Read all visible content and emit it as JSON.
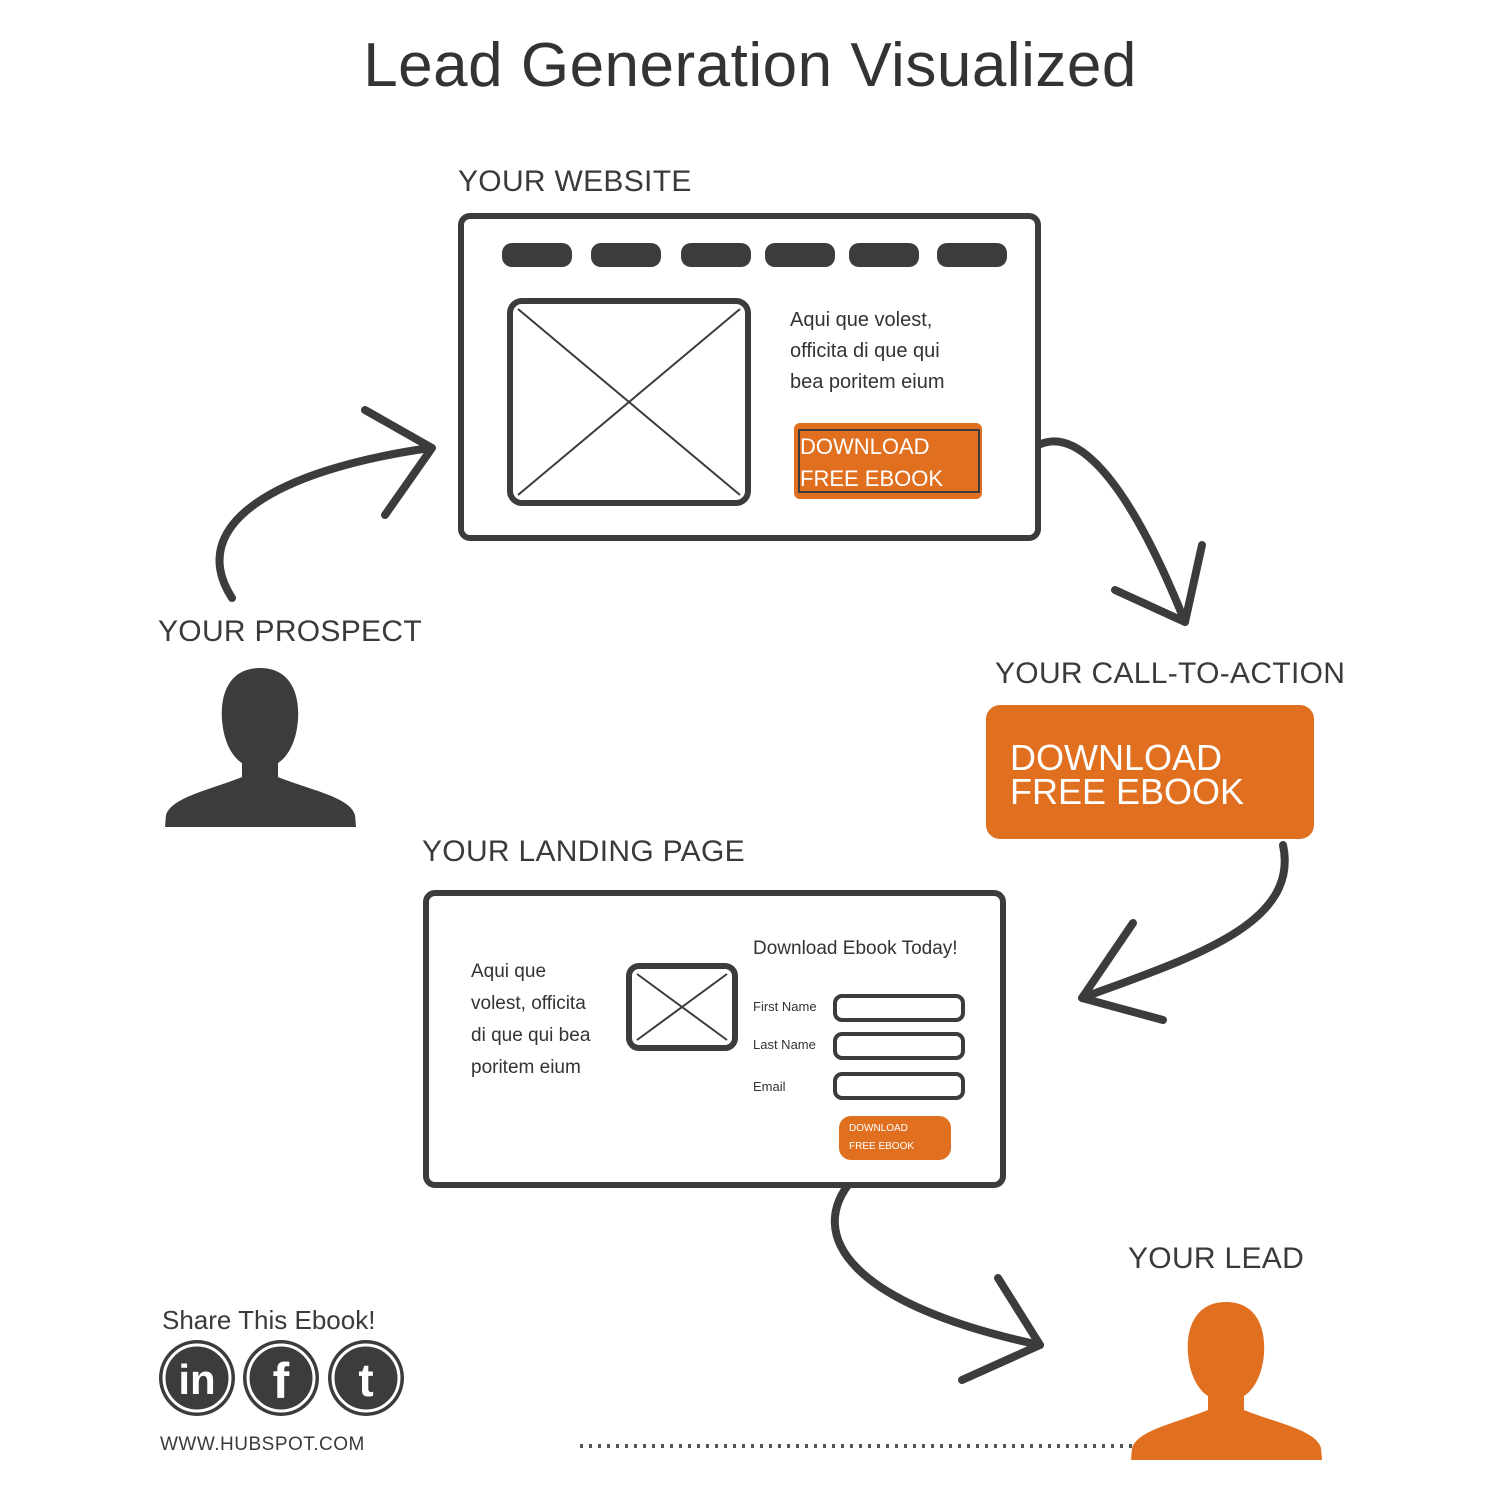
{
  "title": "Lead Generation Visualized",
  "labels": {
    "website": "YOUR WEBSITE",
    "prospect": "YOUR PROSPECT",
    "cta": "YOUR CALL-TO-ACTION",
    "landing": "YOUR LANDING PAGE",
    "lead": "YOUR LEAD"
  },
  "website": {
    "body_lines": [
      "Aqui que volest,",
      "officita di que qui",
      "bea poritem eium"
    ],
    "button_lines": [
      "DOWNLOAD",
      "FREE EBOOK"
    ]
  },
  "cta": {
    "button_lines": [
      "DOWNLOAD",
      "FREE EBOOK"
    ]
  },
  "landing": {
    "body_lines": [
      "Aqui que",
      "volest, officita",
      "di que qui bea",
      "poritem eium"
    ],
    "form_title": "Download Ebook Today!",
    "fields": [
      "First Name",
      "Last Name",
      "Email"
    ],
    "button_lines": [
      "DOWNLOAD",
      "FREE EBOOK"
    ]
  },
  "share": {
    "heading": "Share This Ebook!",
    "networks": [
      "linkedin-icon",
      "facebook-icon",
      "twitter-icon"
    ]
  },
  "footer_url": "WWW.HUBSPOT.COM",
  "colors": {
    "accent": "#e07020",
    "ink": "#3c3c3c"
  }
}
